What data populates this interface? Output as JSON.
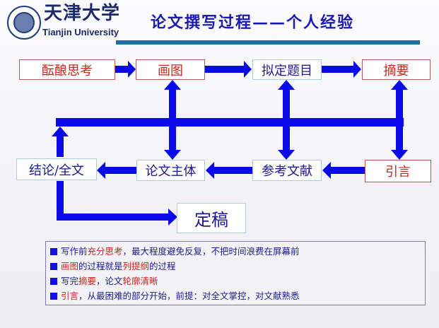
{
  "header": {
    "logo_text": "天津大学",
    "university_cn": "天津大学",
    "university_en": "Tianjin University",
    "title": "论文撰写过程——个人经验"
  },
  "flow": {
    "top": [
      "酝酿思考",
      "画图",
      "拟定题目",
      "摘要"
    ],
    "bottom": [
      "结论/全文",
      "论文主体",
      "参考文献",
      "引言"
    ],
    "final": "定稿"
  },
  "bullets": [
    [
      {
        "t": "写作前",
        "red": false
      },
      {
        "t": "充分思考",
        "red": true
      },
      {
        "t": "，最大程度避免反复，不把时间浪费在屏幕前",
        "red": false
      }
    ],
    [
      {
        "t": "画图",
        "red": true
      },
      {
        "t": "的过程就是",
        "red": false
      },
      {
        "t": "列提纲",
        "red": true
      },
      {
        "t": "的过程",
        "red": false
      }
    ],
    [
      {
        "t": "写完",
        "red": false
      },
      {
        "t": "摘要",
        "red": true
      },
      {
        "t": "，论文",
        "red": false
      },
      {
        "t": "轮廓清晰",
        "red": true
      }
    ],
    [
      {
        "t": "引言",
        "red": true
      },
      {
        "t": "，从最困难的部分开始，前提：对全文掌控，对文献熟悉",
        "red": false
      }
    ]
  ],
  "colors": {
    "arrow": "#0a0ae8",
    "red": "#c4281c",
    "navy": "#1a1a90"
  }
}
